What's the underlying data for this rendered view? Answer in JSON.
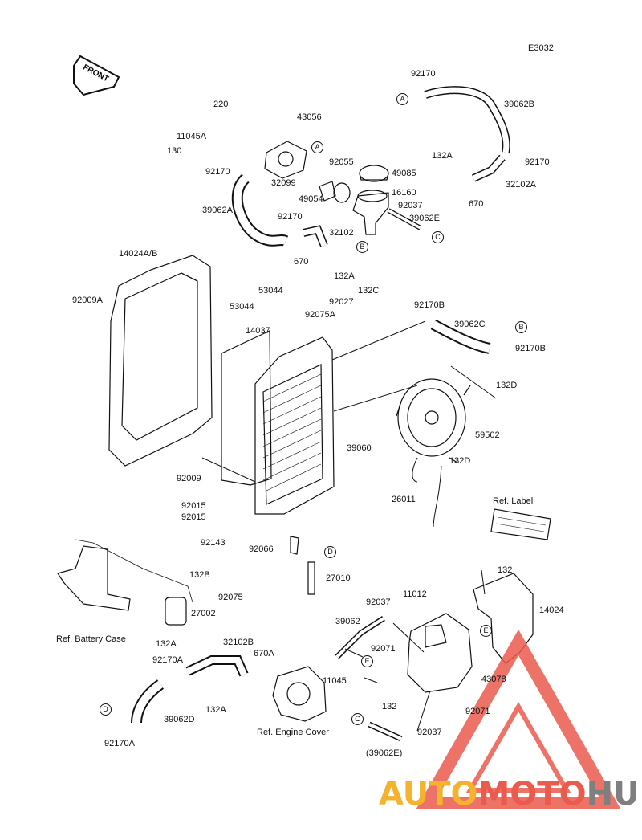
{
  "diagram_code": "E3032",
  "front_label": "FRONT",
  "callouts": [
    {
      "id": "c1",
      "text": "92170"
    },
    {
      "id": "c2",
      "text": "39062B"
    },
    {
      "id": "c3",
      "text": "220"
    },
    {
      "id": "c4",
      "text": "43056"
    },
    {
      "id": "c5",
      "text": "11045A"
    },
    {
      "id": "c6",
      "text": "130"
    },
    {
      "id": "c7",
      "text": "92170"
    },
    {
      "id": "c8",
      "text": "32099"
    },
    {
      "id": "c9",
      "text": "92055"
    },
    {
      "id": "c10",
      "text": "49085"
    },
    {
      "id": "c11",
      "text": "49054"
    },
    {
      "id": "c12",
      "text": "16160"
    },
    {
      "id": "c13",
      "text": "92037"
    },
    {
      "id": "c14",
      "text": "39062E"
    },
    {
      "id": "c15",
      "text": "39062A"
    },
    {
      "id": "c16",
      "text": "92170"
    },
    {
      "id": "c17",
      "text": "32102"
    },
    {
      "id": "c18",
      "text": "670"
    },
    {
      "id": "c19",
      "text": "132A"
    },
    {
      "id": "c20",
      "text": "132A"
    },
    {
      "id": "c21",
      "text": "92170"
    },
    {
      "id": "c22",
      "text": "32102A"
    },
    {
      "id": "c23",
      "text": "670"
    },
    {
      "id": "c24",
      "text": "14024A/B"
    },
    {
      "id": "c25",
      "text": "53044"
    },
    {
      "id": "c26",
      "text": "53044"
    },
    {
      "id": "c27",
      "text": "92009A"
    },
    {
      "id": "c28",
      "text": "92027"
    },
    {
      "id": "c29",
      "text": "132C"
    },
    {
      "id": "c30",
      "text": "92075A"
    },
    {
      "id": "c31",
      "text": "14037"
    },
    {
      "id": "c32",
      "text": "92170B"
    },
    {
      "id": "c33",
      "text": "39062C"
    },
    {
      "id": "c34",
      "text": "92170B"
    },
    {
      "id": "c35",
      "text": "132D"
    },
    {
      "id": "c36",
      "text": "59502"
    },
    {
      "id": "c37",
      "text": "39060"
    },
    {
      "id": "c38",
      "text": "92009"
    },
    {
      "id": "c39",
      "text": "132D"
    },
    {
      "id": "c40",
      "text": "26011"
    },
    {
      "id": "c41",
      "text": "92015"
    },
    {
      "id": "c42",
      "text": "92015"
    },
    {
      "id": "c43",
      "text": "92143"
    },
    {
      "id": "c44",
      "text": "92066"
    },
    {
      "id": "c45",
      "text": "132B"
    },
    {
      "id": "c46",
      "text": "27010"
    },
    {
      "id": "c47",
      "text": "92075"
    },
    {
      "id": "c48",
      "text": "27002"
    },
    {
      "id": "c49",
      "text": "132"
    },
    {
      "id": "c50",
      "text": "92037"
    },
    {
      "id": "c51",
      "text": "11012"
    },
    {
      "id": "c52",
      "text": "14024"
    },
    {
      "id": "c53",
      "text": "39062"
    },
    {
      "id": "c54",
      "text": "132A"
    },
    {
      "id": "c55",
      "text": "32102B"
    },
    {
      "id": "c56",
      "text": "670A"
    },
    {
      "id": "c57",
      "text": "92071"
    },
    {
      "id": "c58",
      "text": "92170A"
    },
    {
      "id": "c59",
      "text": "11045"
    },
    {
      "id": "c60",
      "text": "132"
    },
    {
      "id": "c61",
      "text": "43078"
    },
    {
      "id": "c62",
      "text": "132A"
    },
    {
      "id": "c63",
      "text": "39062D"
    },
    {
      "id": "c64",
      "text": "92071"
    },
    {
      "id": "c65",
      "text": "92170A"
    },
    {
      "id": "c66",
      "text": "92037"
    },
    {
      "id": "c67",
      "text": "(39062E)"
    }
  ],
  "references": {
    "label": "Ref. Label",
    "battery_case": "Ref. Battery Case",
    "engine_cover": "Ref. Engine Cover"
  },
  "circle_markers": [
    "A",
    "A",
    "B",
    "C",
    "B",
    "D",
    "E",
    "E",
    "C",
    "D"
  ],
  "brand": {
    "part1": "AUTO",
    "part2": "MOTO",
    "part3": "HUB"
  },
  "colors": {
    "brand_yellow": "#f4b22e",
    "brand_red": "#ea5b4e",
    "brand_gray": "#7f7f7f",
    "line": "#111111"
  }
}
